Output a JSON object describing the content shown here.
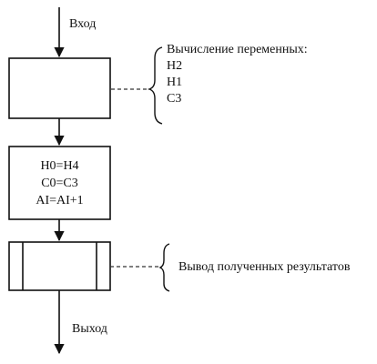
{
  "flow": {
    "entry_label": "Вход",
    "exit_label": "Выход",
    "calc_annotation": {
      "title": "Вычисление переменных:",
      "vars": [
        "H2",
        "H1",
        "C3"
      ]
    },
    "assign_block": {
      "lines": [
        "H0=H4",
        "C0=C3",
        "AI=AI+1"
      ]
    },
    "output_annotation": "Вывод полученных результатов"
  }
}
